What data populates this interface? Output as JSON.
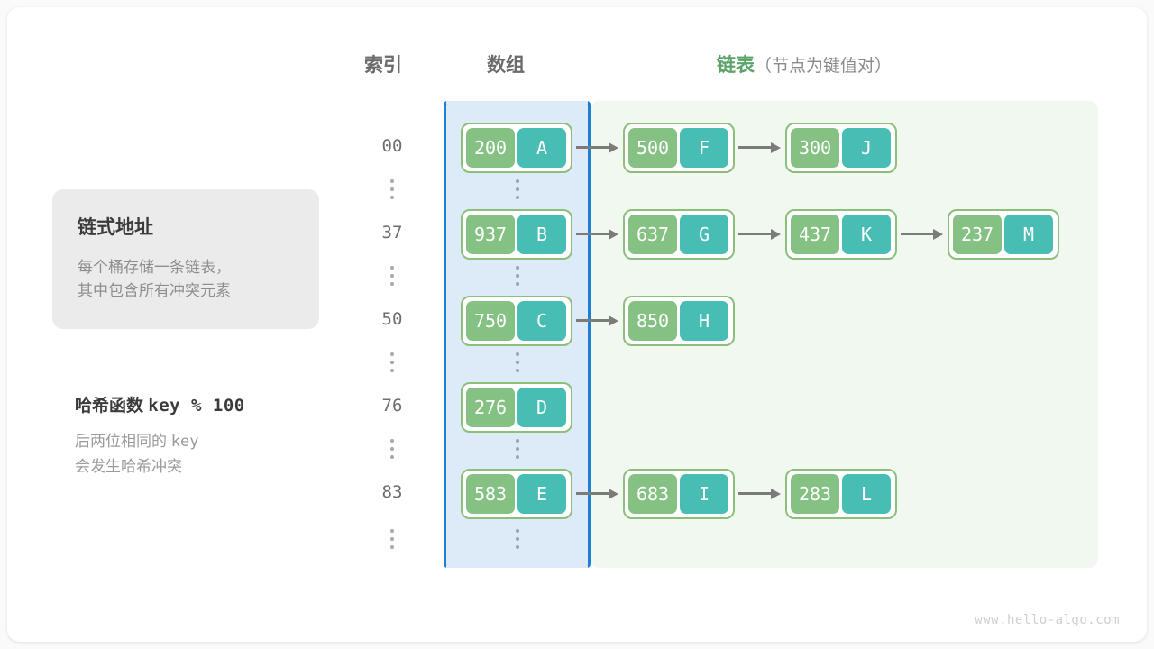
{
  "headers": {
    "index": "索引",
    "array": "数组",
    "list": "链表",
    "list_sub": "（节点为键值对）"
  },
  "note_card": {
    "title": "链式地址",
    "line1": "每个桶存储一条链表，",
    "line2": "其中包含所有冲突元素"
  },
  "hash_note": {
    "title_cn": "哈希函数",
    "title_expr": "key % 100",
    "line1_cn": "后两位相同的",
    "line1_mono": "key",
    "line2": "会发生哈希冲突"
  },
  "buckets": [
    {
      "index": "00",
      "nodes": [
        {
          "key": "200",
          "value": "A"
        },
        {
          "key": "500",
          "value": "F"
        },
        {
          "key": "300",
          "value": "J"
        }
      ]
    },
    {
      "index": "37",
      "nodes": [
        {
          "key": "937",
          "value": "B"
        },
        {
          "key": "637",
          "value": "G"
        },
        {
          "key": "437",
          "value": "K"
        },
        {
          "key": "237",
          "value": "M"
        }
      ]
    },
    {
      "index": "50",
      "nodes": [
        {
          "key": "750",
          "value": "C"
        },
        {
          "key": "850",
          "value": "H"
        }
      ]
    },
    {
      "index": "76",
      "nodes": [
        {
          "key": "276",
          "value": "D"
        }
      ]
    },
    {
      "index": "83",
      "nodes": [
        {
          "key": "583",
          "value": "E"
        },
        {
          "key": "683",
          "value": "I"
        },
        {
          "key": "283",
          "value": "L"
        }
      ]
    }
  ],
  "watermark": "www.hello-algo.com",
  "colors": {
    "key_fill": "#84c182",
    "value_fill": "#48bdb4",
    "node_border": "#8cbf7c",
    "array_panel_fill": "#ddeaf7",
    "array_panel_border": "#1f7fd0",
    "list_panel_fill": "#f1f8f0",
    "list_header": "#5aa469",
    "arrow": "#7b7b7b"
  }
}
